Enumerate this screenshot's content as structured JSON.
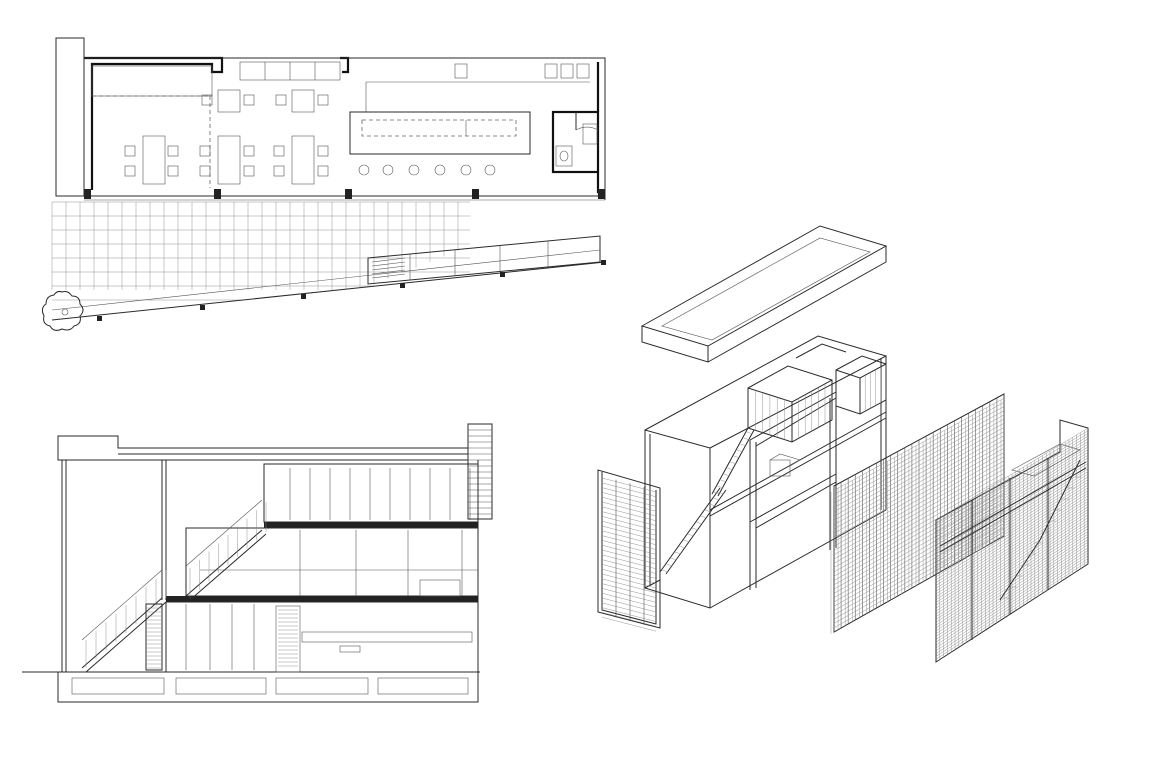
{
  "drawings": {
    "floor_plan": {
      "name": "floor-plan"
    },
    "section": {
      "name": "building-section"
    },
    "axonometric": {
      "name": "exploded-axonometric"
    }
  },
  "colors": {
    "line": "#2a2a2a",
    "background": "#ffffff"
  }
}
